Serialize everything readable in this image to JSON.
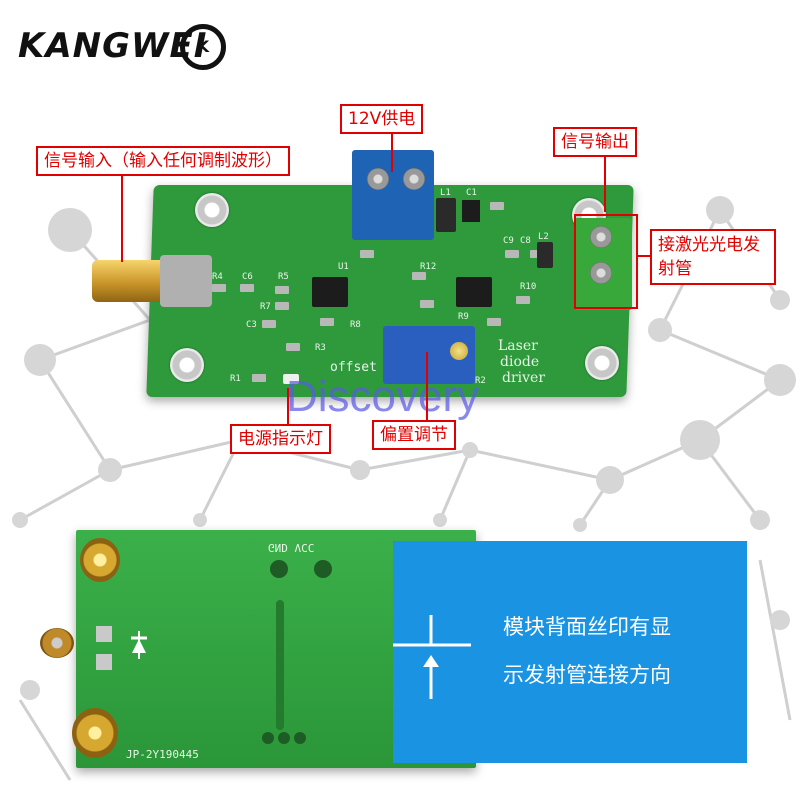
{
  "brand": {
    "name": "KANGWEI",
    "logo_text": "K"
  },
  "labels": {
    "power_12v": "12V供电",
    "signal_input": "信号输入（输入任何调制波形）",
    "signal_output": "信号输出",
    "laser_connect": "接激光光电发射管",
    "power_led": "电源指示灯",
    "bias_adjust": "偏置调节"
  },
  "watermark": "Discovery",
  "pcb_silkscreen": {
    "board_title_line1": "Laser",
    "board_title_line2": "diode",
    "board_title_line3": "driver",
    "offset": "offset",
    "r4": "R4",
    "c6": "C6",
    "r5": "R5",
    "r7": "R7",
    "c3": "C3",
    "r8": "R8",
    "r3": "R3",
    "r12": "R12",
    "r9": "R9",
    "r10": "R10",
    "c9": "C9",
    "c8": "C8",
    "l2": "L2",
    "c1": "C1",
    "l1": "L1",
    "u1": "U1",
    "r1": "R1",
    "r2": "R2"
  },
  "back_silkscreen": {
    "gnd_vcc": "GND VCC",
    "part_no": "JP-2Y190445"
  },
  "info_panel": {
    "line1": "模块背面丝印有显",
    "line2": "示发射管连接方向"
  },
  "colors": {
    "callout_red": "#e00000",
    "pcb_green": "#2e9a3c",
    "panel_blue": "#1a93e3",
    "terminal_blue": "#1f63b5",
    "terminal_green": "#39a83a"
  }
}
